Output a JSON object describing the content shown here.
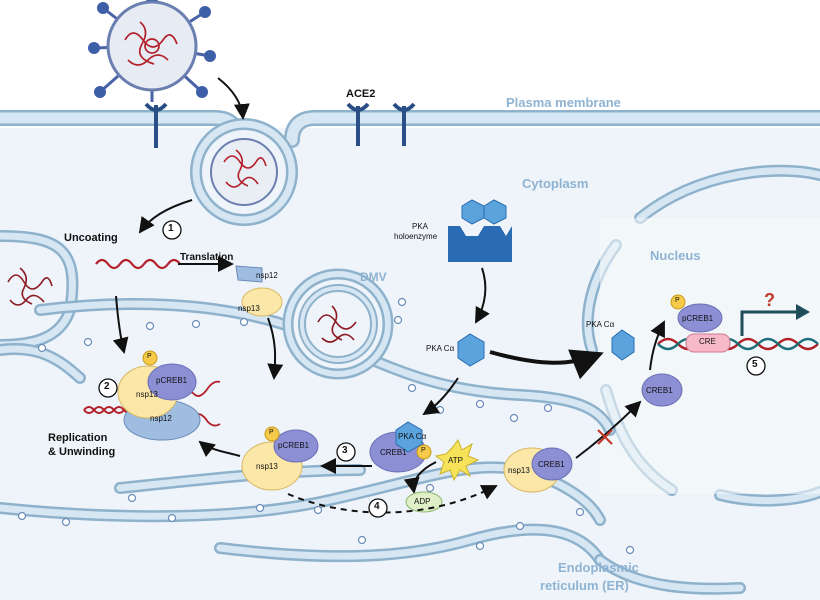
{
  "labels": {
    "plasma_membrane": "Plasma membrane",
    "ace2": "ACE2",
    "cytoplasm": "Cytoplasm",
    "nucleus": "Nucleus",
    "dmv": "DMV",
    "er": [
      "Endoplasmic",
      "reticulum (ER)"
    ],
    "uncoating": "Uncoating",
    "translation": "Translation",
    "pka_holoenzyme": [
      "PKA",
      "holoenzyme"
    ],
    "pka_c": "PKA Cα",
    "replication": [
      "Replication",
      "& Unwinding"
    ],
    "atp": "ATP",
    "adp": "ADP",
    "p": "P",
    "nsp12": "nsp12",
    "nsp13": "nsp13",
    "creb1": "CREB1",
    "pcreb1": "pCREB1",
    "cre": "CRE",
    "question": "?"
  },
  "steps": [
    "1",
    "2",
    "3",
    "4",
    "5"
  ],
  "colors": {
    "membrane": "#c9dbe8",
    "membrane_edge": "#8fb2cc",
    "cytoplasm_bg": "#eef4f9",
    "label_blue": "#8fb3d3",
    "pka_blue": "#2a6cb3",
    "pka_light": "#5aa3dd",
    "nsp13_yellow": "#fbe7a8",
    "nsp12_blue": "#9fbde0",
    "creb_purple": "#8c8fd4",
    "p_yellow": "#f7c948",
    "rna_red": "#b3202a",
    "dna_teal": "#1b6f7a",
    "cre_pink": "#f7b9c8"
  }
}
